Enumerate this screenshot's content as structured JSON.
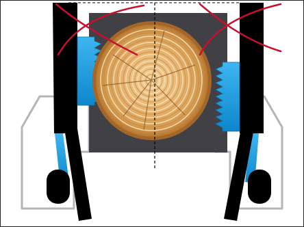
{
  "colors": {
    "background": "#ffffff",
    "frame_border": "#222222",
    "machine_outline": "#b8b8b8",
    "dark_panel": "#3f3f44",
    "arm": "#000000",
    "jaw_blue": "#1199dd",
    "log_bark": "#a86a2a",
    "log_core": "#e8b877",
    "log_ring": "#f6dcaa",
    "cross_red": "#c8102e",
    "center_line": "#000000"
  },
  "components": {
    "log": "log-cross-section",
    "left_jaw": "serrated-clamp-jaw",
    "right_jaw": "serrated-clamp-jaw",
    "left_arm": "clamp-arm",
    "right_arm": "clamp-arm",
    "left_cross": "cross-out-mark",
    "right_cross": "cross-out-mark",
    "center_axis": "dashed-center-line"
  }
}
